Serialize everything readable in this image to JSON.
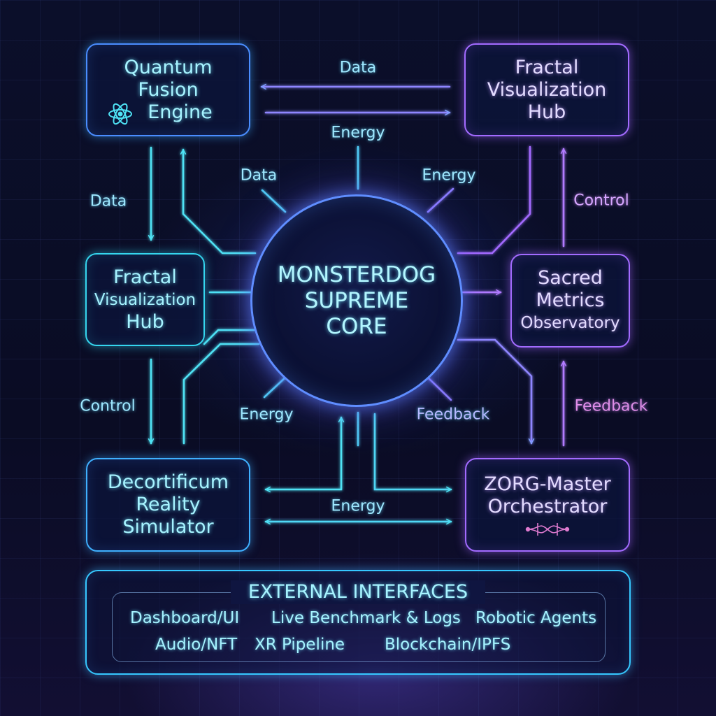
{
  "core": {
    "lines": [
      "MONSTERDOG",
      "SUPREME",
      "CORE"
    ]
  },
  "nodes": {
    "quantum_fusion_engine": {
      "lines": [
        "Quantum",
        "Fusion",
        "Engine"
      ],
      "icon": "atom-icon"
    },
    "fractal_hub_top": {
      "lines": [
        "Fractal",
        "Visualization",
        "Hub"
      ]
    },
    "fractal_hub_left": {
      "lines": [
        "Fractal",
        "Visualization",
        "Hub"
      ]
    },
    "sacred_metrics": {
      "lines": [
        "Sacred",
        "Metrics",
        "Observatory"
      ]
    },
    "decortificum": {
      "lines": [
        "Decortificum",
        "Reality",
        "Simulator"
      ]
    },
    "zorg_master": {
      "lines": [
        "ZORG-Master",
        "Orchestrator"
      ],
      "icon": "network-icon"
    }
  },
  "edges": {
    "top_data": "Data",
    "top_energy": "Energy",
    "core_data_diag": "Data",
    "core_energy_diag": "Energy",
    "left_data": "Data",
    "right_control": "Control",
    "left_control": "Control",
    "bottom_energy_diag": "Energy",
    "bottom_feedback_diag": "Feedback",
    "right_feedback": "Feedback",
    "bottom_energy": "Energy"
  },
  "external": {
    "title": "EXTERNAL INTERFACES",
    "items": [
      "Dashboard/UI",
      "Live Benchmark & Logs",
      "Robotic Agents",
      "Audio/NFT",
      "XR Pipeline",
      "Blockchain/IPFS"
    ]
  },
  "colors": {
    "cyan": "#35d6ee",
    "blue": "#3fb6ff",
    "purple": "#a36bff",
    "core": "#5f8dff",
    "background": "#0a0d24"
  }
}
